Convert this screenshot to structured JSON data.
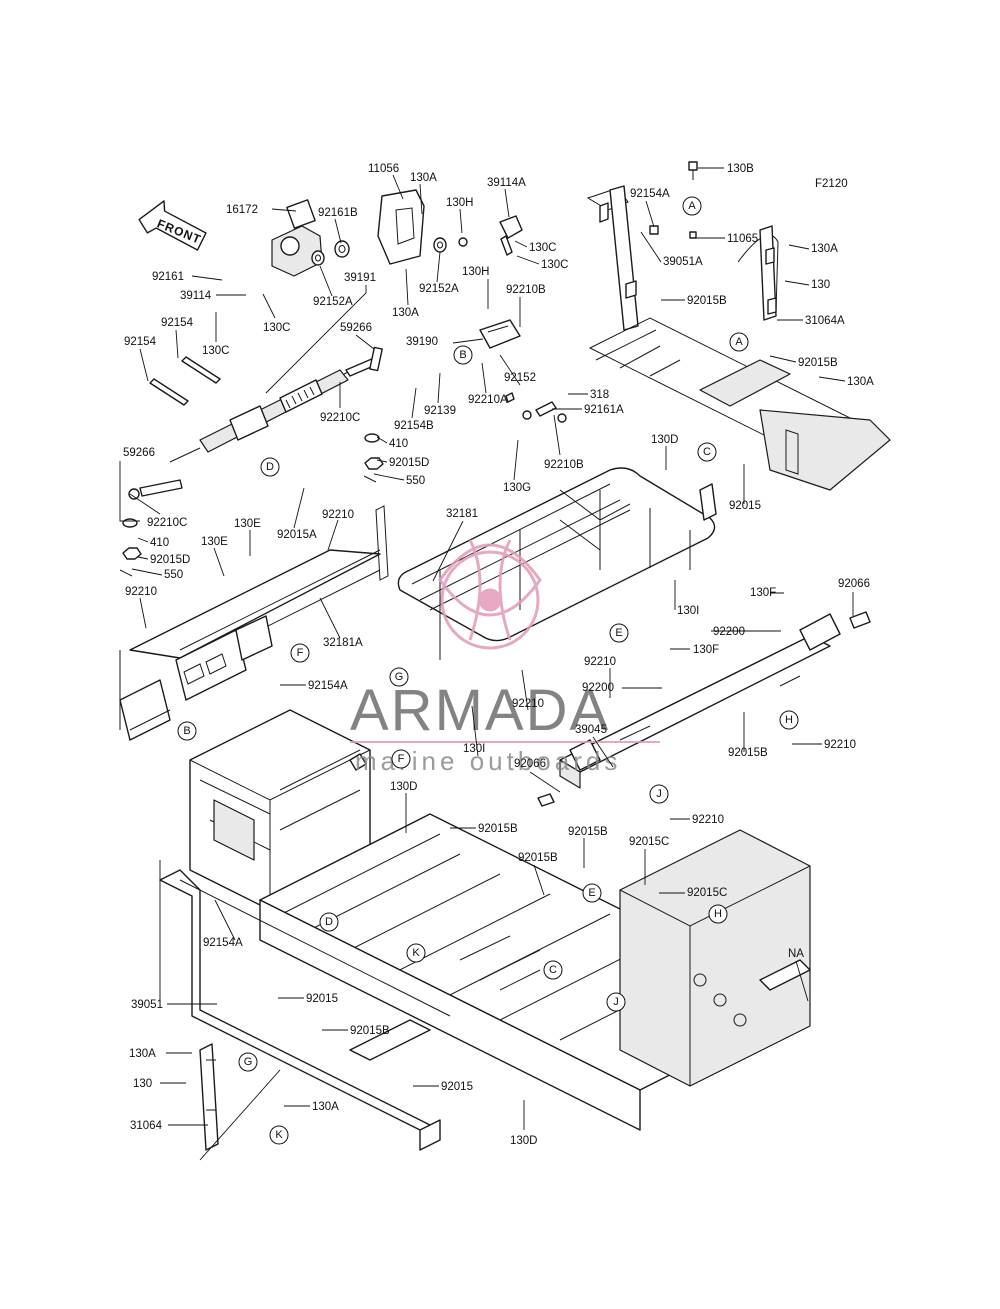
{
  "diagram_code": "F2120",
  "direction_label": "FRONT",
  "watermark": {
    "brand": "ARMADA",
    "tagline": "marine outboards"
  },
  "part_labels": [
    {
      "id": "l1",
      "text": "11056"
    },
    {
      "id": "l2",
      "text": "130A"
    },
    {
      "id": "l3",
      "text": "39114A"
    },
    {
      "id": "l4",
      "text": "130H"
    },
    {
      "id": "l5",
      "text": "16172"
    },
    {
      "id": "l6",
      "text": "92161B"
    },
    {
      "id": "l7",
      "text": "130C"
    },
    {
      "id": "l8",
      "text": "130C"
    },
    {
      "id": "l9",
      "text": "92152A"
    },
    {
      "id": "l10",
      "text": "92152A"
    },
    {
      "id": "l11",
      "text": "92161"
    },
    {
      "id": "l12",
      "text": "39191"
    },
    {
      "id": "l13",
      "text": "39114"
    },
    {
      "id": "l14",
      "text": "130C"
    },
    {
      "id": "l15",
      "text": "130A"
    },
    {
      "id": "l16",
      "text": "130C"
    },
    {
      "id": "l17",
      "text": "92154"
    },
    {
      "id": "l18",
      "text": "59266"
    },
    {
      "id": "l19",
      "text": "92154"
    },
    {
      "id": "l20",
      "text": "130H"
    },
    {
      "id": "l21",
      "text": "92210B"
    },
    {
      "id": "l22",
      "text": "39190"
    },
    {
      "id": "l23",
      "text": "92210C"
    },
    {
      "id": "l24",
      "text": "92152"
    },
    {
      "id": "l25",
      "text": "92154B"
    },
    {
      "id": "l26",
      "text": "92139"
    },
    {
      "id": "l27",
      "text": "92210A"
    },
    {
      "id": "l28",
      "text": "318"
    },
    {
      "id": "l29",
      "text": "92161A"
    },
    {
      "id": "l30",
      "text": "410"
    },
    {
      "id": "l31",
      "text": "92015D"
    },
    {
      "id": "l32",
      "text": "550"
    },
    {
      "id": "l33",
      "text": "92210B"
    },
    {
      "id": "l34",
      "text": "130G"
    },
    {
      "id": "l35",
      "text": "59266"
    },
    {
      "id": "l36",
      "text": "92210C"
    },
    {
      "id": "l37",
      "text": "92015A"
    },
    {
      "id": "l38",
      "text": "410"
    },
    {
      "id": "l39",
      "text": "92015D"
    },
    {
      "id": "l40",
      "text": "550"
    },
    {
      "id": "l41",
      "text": "130E"
    },
    {
      "id": "l42",
      "text": "130E"
    },
    {
      "id": "l43",
      "text": "92210"
    },
    {
      "id": "l44",
      "text": "92210"
    },
    {
      "id": "l45",
      "text": "32181"
    },
    {
      "id": "l46",
      "text": "32181A"
    },
    {
      "id": "l47",
      "text": "130B"
    },
    {
      "id": "l48",
      "text": "92154A"
    },
    {
      "id": "l49",
      "text": "11065"
    },
    {
      "id": "l50",
      "text": "130A"
    },
    {
      "id": "l51",
      "text": "39051A"
    },
    {
      "id": "l52",
      "text": "130"
    },
    {
      "id": "l53",
      "text": "92015B"
    },
    {
      "id": "l54",
      "text": "31064A"
    },
    {
      "id": "l55",
      "text": "92015B"
    },
    {
      "id": "l56",
      "text": "130A"
    },
    {
      "id": "l57",
      "text": "130D"
    },
    {
      "id": "l58",
      "text": "92015"
    },
    {
      "id": "l59",
      "text": "130I"
    },
    {
      "id": "l60",
      "text": "130F"
    },
    {
      "id": "l61",
      "text": "92066"
    },
    {
      "id": "l62",
      "text": "92200"
    },
    {
      "id": "l63",
      "text": "92210"
    },
    {
      "id": "l64",
      "text": "130F"
    },
    {
      "id": "l65",
      "text": "92200"
    },
    {
      "id": "l66",
      "text": "92154A"
    },
    {
      "id": "l67",
      "text": "92210"
    },
    {
      "id": "l68",
      "text": "130I"
    },
    {
      "id": "l69",
      "text": "39045"
    },
    {
      "id": "l70",
      "text": "92066"
    },
    {
      "id": "l71",
      "text": "92015B"
    },
    {
      "id": "l72",
      "text": "92210"
    },
    {
      "id": "l73",
      "text": "92210"
    },
    {
      "id": "l74",
      "text": "130D"
    },
    {
      "id": "l75",
      "text": "92015B"
    },
    {
      "id": "l76",
      "text": "92015B"
    },
    {
      "id": "l77",
      "text": "92015C"
    },
    {
      "id": "l78",
      "text": "92015B"
    },
    {
      "id": "l79",
      "text": "92015C"
    },
    {
      "id": "l80",
      "text": "92154A"
    },
    {
      "id": "l81",
      "text": "NA"
    },
    {
      "id": "l82",
      "text": "39051"
    },
    {
      "id": "l83",
      "text": "92015"
    },
    {
      "id": "l84",
      "text": "92015B"
    },
    {
      "id": "l85",
      "text": "130A"
    },
    {
      "id": "l86",
      "text": "130"
    },
    {
      "id": "l87",
      "text": "92015"
    },
    {
      "id": "l88",
      "text": "31064"
    },
    {
      "id": "l89",
      "text": "130A"
    },
    {
      "id": "l90",
      "text": "130D"
    }
  ],
  "reference_markers": [
    {
      "id": "m1",
      "text": "A"
    },
    {
      "id": "m2",
      "text": "A"
    },
    {
      "id": "m3",
      "text": "B"
    },
    {
      "id": "m4",
      "text": "B"
    },
    {
      "id": "m5",
      "text": "C"
    },
    {
      "id": "m6",
      "text": "C"
    },
    {
      "id": "m7",
      "text": "D"
    },
    {
      "id": "m8",
      "text": "D"
    },
    {
      "id": "m9",
      "text": "E"
    },
    {
      "id": "m10",
      "text": "E"
    },
    {
      "id": "m11",
      "text": "F"
    },
    {
      "id": "m12",
      "text": "F"
    },
    {
      "id": "m13",
      "text": "G"
    },
    {
      "id": "m14",
      "text": "G"
    },
    {
      "id": "m15",
      "text": "H"
    },
    {
      "id": "m16",
      "text": "H"
    },
    {
      "id": "m17",
      "text": "J"
    },
    {
      "id": "m18",
      "text": "J"
    },
    {
      "id": "m19",
      "text": "K"
    },
    {
      "id": "m20",
      "text": "K"
    }
  ]
}
